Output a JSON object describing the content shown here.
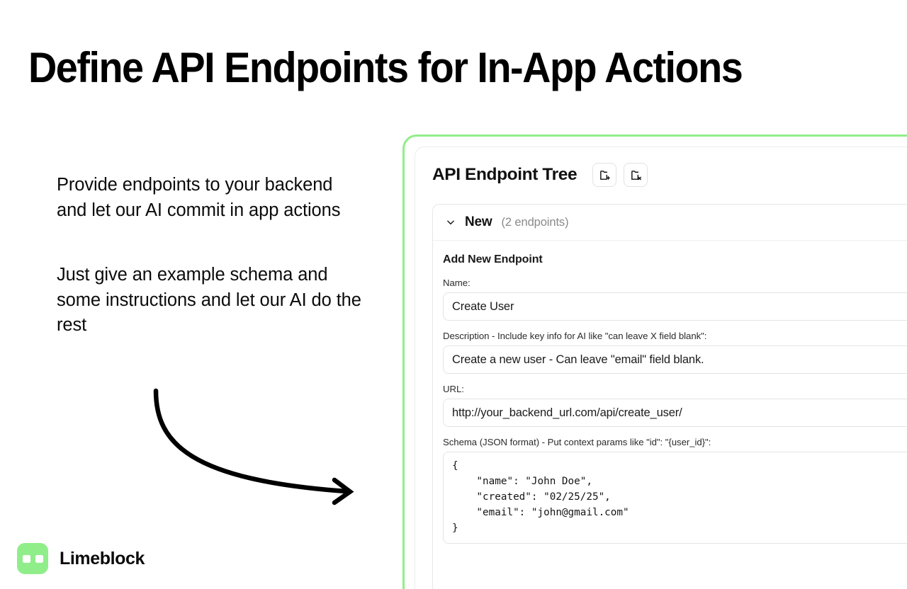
{
  "headline": "Define API Endpoints for In-App Actions",
  "left": {
    "paragraphs": [
      "Provide endpoints to your backend and let our AI commit in app actions",
      "Just give an example schema and some instructions and let our AI do the rest"
    ]
  },
  "brand": {
    "name": "Limeblock",
    "accent": "#90ee8a"
  },
  "panel": {
    "title": "API Endpoint Tree",
    "buttons": [
      {
        "name": "add-folder-button",
        "icon": "folder-plus-icon"
      },
      {
        "name": "delete-folder-button",
        "icon": "folder-x-icon"
      }
    ],
    "tree": {
      "chevron": "chevron-down-icon",
      "folder_name": "New",
      "endpoint_count": "(2 endpoints)",
      "form": {
        "heading": "Add New Endpoint",
        "fields": [
          {
            "label": "Name:",
            "value": "Create User"
          },
          {
            "label": "Description - Include key info for AI like \"can leave X field blank\":",
            "value": "Create a new user - Can leave \"email\" field blank."
          },
          {
            "label": "URL:",
            "value": "http://your_backend_url.com/api/create_user/"
          }
        ],
        "schema_label": "Schema (JSON format) - Put context params like \"id\": \"{user_id}\":",
        "schema_value": "{\n    \"name\": \"John Doe\",\n    \"created\": \"02/25/25\",\n    \"email\": \"john@gmail.com\"\n}"
      }
    }
  }
}
